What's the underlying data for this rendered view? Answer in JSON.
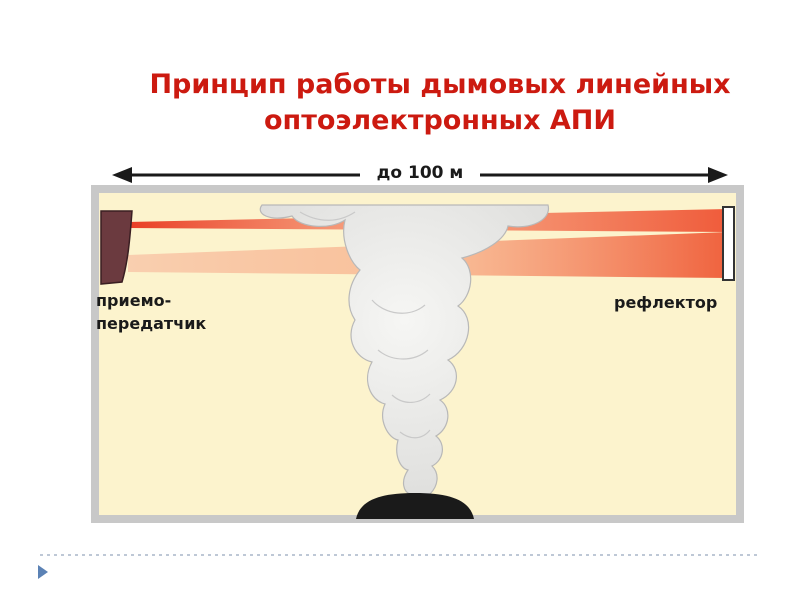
{
  "title": {
    "line1": "Принцип работы дымовых линейных",
    "line2": "оптоэлектронных АПИ"
  },
  "diagram": {
    "distance_label": "до 100 м",
    "transceiver_label_line1": "приемо-",
    "transceiver_label_line2": "передатчик",
    "reflector_label": "рефлектор"
  },
  "colors": {
    "title": "#cc1a10",
    "room_fill": "#fcf3cd",
    "room_border": "#c8c8c8",
    "beam": "#ee4a2a",
    "smoke": "#e4e4e4",
    "fire_base": "#1a1a1a",
    "nav_arrow": "#5b82b5"
  },
  "icons": {
    "nav": "play-triangle-icon"
  }
}
